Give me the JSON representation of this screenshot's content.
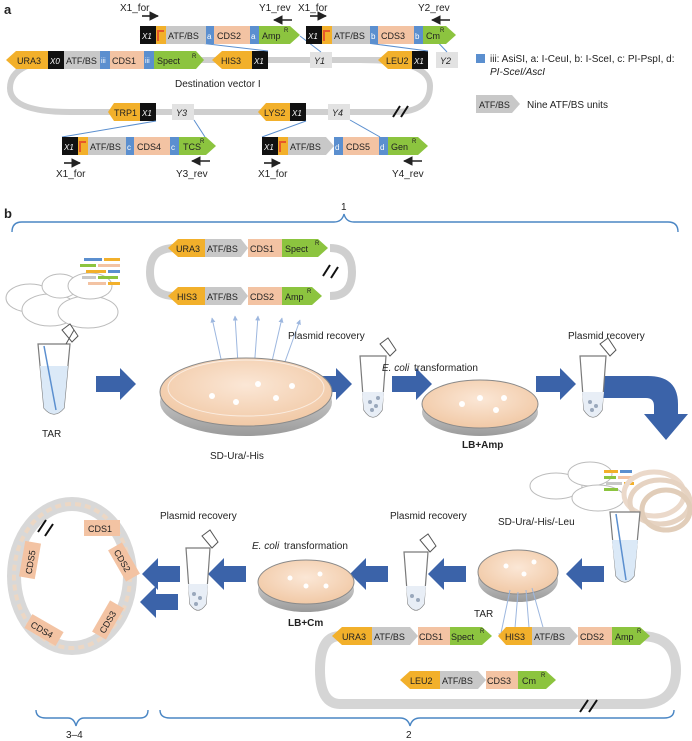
{
  "panel_a": {
    "label": "a",
    "primers": {
      "x1_for": "X1_for",
      "y1_rev": "Y1_rev",
      "y2_rev": "Y2_rev",
      "y3_rev": "Y3_rev",
      "y4_rev": "Y4_rev"
    },
    "tags": {
      "x0": "X0",
      "x1": "X1",
      "y1": "Y1",
      "y2": "Y2",
      "y3": "Y3",
      "y4": "Y4"
    },
    "markers": {
      "ura3": "URA3",
      "his3": "HIS3",
      "leu2": "LEU2",
      "trp1": "TRP1",
      "lys2": "LYS2",
      "amp": "Amp",
      "cm": "Cm",
      "spect": "Spect",
      "tcs": "TCS",
      "gen": "Gen",
      "r": "R"
    },
    "atf": "ATF/BS",
    "cds": {
      "cds1": "CDS1",
      "cds2": "CDS2",
      "cds3": "CDS3",
      "cds4": "CDS4",
      "cds5": "CDS5"
    },
    "sites": {
      "iii": "iii",
      "a": "a",
      "b": "b",
      "c": "c",
      "d": "d"
    },
    "vector_label": "Destination vector I",
    "legend": {
      "site_line1": "iii: AsiSI, a: I-CeuI, b: I-SceI, c: PI-PspI, d:",
      "site_line2": "PI-SceI/AscI",
      "atf_box": "ATF/BS",
      "atf_text": "Nine ATF/BS units",
      "site_color": "#5b8fcf",
      "atf_color": "#c8c8c8"
    }
  },
  "panel_b": {
    "label": "b",
    "stage_top": "1",
    "stage_bottom_left": "3–4",
    "stage_bottom_right": "2",
    "top_row": {
      "tar": "TAR",
      "plate1": "SD-Ura/-His",
      "recovery1": "Plasmid recovery",
      "transform_italic": "E. coli",
      "transform_rest": " transformation",
      "plate2": "LB+Amp",
      "recovery2": "Plasmid recovery"
    },
    "bottom_row": {
      "recovery3": "Plasmid recovery",
      "transform_italic": "E. coli",
      "transform_rest": " transformation",
      "plate3": "LB+Cm",
      "recovery4": "Plasmid recovery",
      "plate4": "SD-Ura/-His/-Leu",
      "tar": "TAR"
    },
    "top_plasmid": {
      "ura3": "URA3",
      "atf": "ATF/BS",
      "cds1": "CDS1",
      "spect": "Spect",
      "his3": "HIS3",
      "cds2": "CDS2",
      "amp": "Amp",
      "r": "R"
    },
    "bottom_plasmid": {
      "ura3": "URA3",
      "atf": "ATF/BS",
      "cds1": "CDS1",
      "spect": "Spect",
      "his3": "HIS3",
      "cds2": "CDS2",
      "amp": "Amp",
      "leu2": "LEU2",
      "cds3": "CDS3",
      "cm": "Cm",
      "r": "R"
    },
    "final_ring": {
      "cds1": "CDS1",
      "cds2": "CDS2",
      "cds3": "CDS3",
      "cds4": "CDS4",
      "cds5": "CDS5"
    }
  },
  "colors": {
    "marker": "#f2b02b",
    "atf": "#c8c8c8",
    "cds": "#f3c3a3",
    "site": "#5b8fcf",
    "resistance": "#8cc43f",
    "promoter": "#e6582a",
    "arrow": "#3b63a9",
    "bracket": "#4a86c4",
    "plate": "#f7dcc4"
  }
}
